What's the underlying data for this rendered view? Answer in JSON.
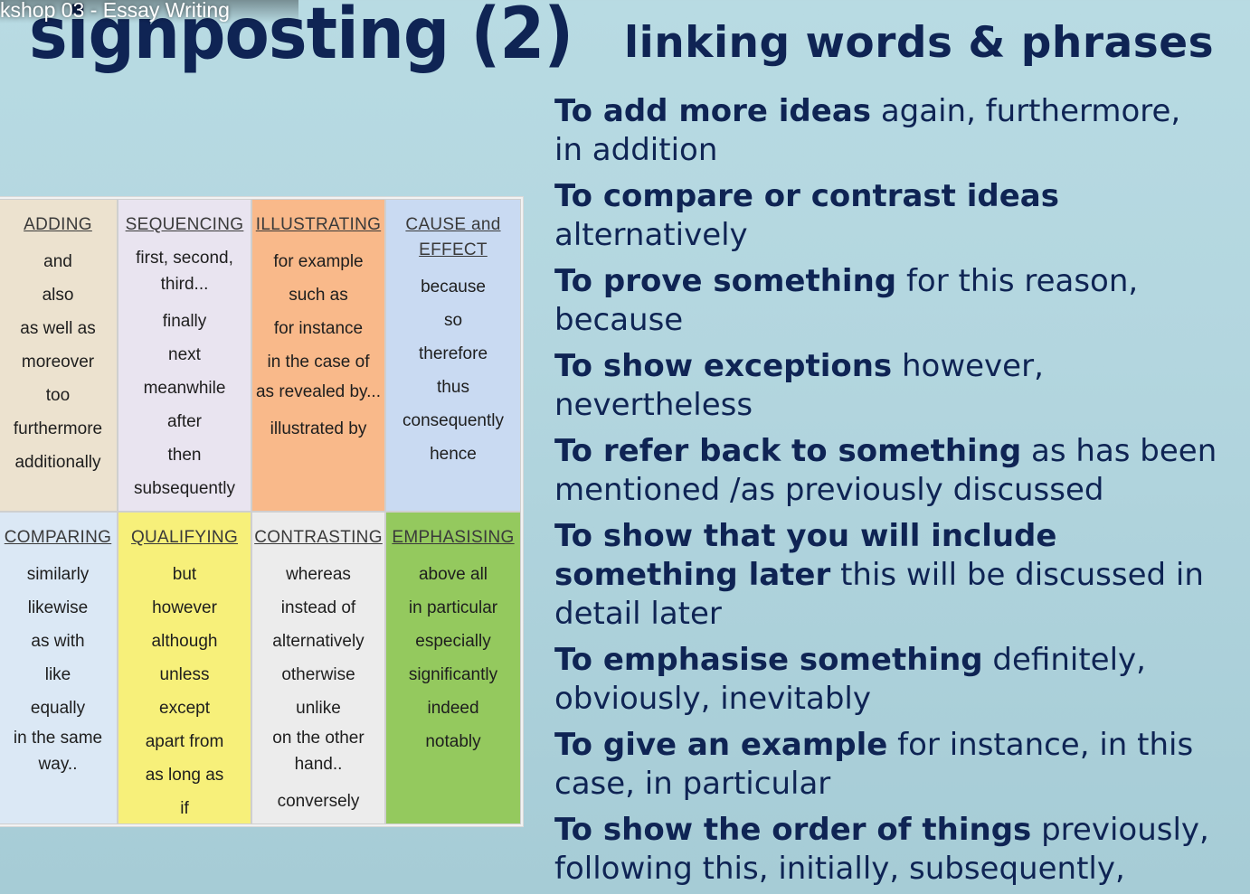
{
  "video": {
    "title": "kshop 03 - Essay Writing"
  },
  "slide": {
    "title": "signposting (2)",
    "subtitle": "linking words & phrases"
  },
  "grid": {
    "adding": {
      "heading": "ADDING",
      "items": [
        "and",
        "also",
        "as well as",
        "moreover",
        "too",
        "furthermore",
        "additionally"
      ]
    },
    "sequencing": {
      "heading": "SEQUENCING",
      "items": [
        "first, second, third...",
        "finally",
        "next",
        "meanwhile",
        "after",
        "then",
        "subsequently"
      ]
    },
    "illustrating": {
      "heading": "ILLUSTRATING",
      "items": [
        "for example",
        "such as",
        "for instance",
        "in the case of",
        "as revealed by...",
        "illustrated by"
      ]
    },
    "cause_effect": {
      "heading": "CAUSE and EFFECT",
      "items": [
        "because",
        "so",
        "therefore",
        "thus",
        "consequently",
        "hence"
      ]
    },
    "comparing": {
      "heading": "COMPARING",
      "items": [
        "similarly",
        "likewise",
        "as with",
        "like",
        "equally",
        "in the same way.."
      ]
    },
    "qualifying": {
      "heading": "QUALIFYING",
      "items": [
        "but",
        "however",
        "although",
        "unless",
        "except",
        "apart from",
        "as long as",
        "if"
      ]
    },
    "contrasting": {
      "heading": "CONTRASTING",
      "items": [
        "whereas",
        "instead of",
        "alternatively",
        "otherwise",
        "unlike",
        "on the other hand..",
        "conversely"
      ]
    },
    "emphasising": {
      "heading": "EMPHASISING",
      "items": [
        "above all",
        "in particular",
        "especially",
        "significantly",
        "indeed",
        "notably"
      ]
    }
  },
  "notes": [
    {
      "head": "To add more ideas",
      "body": " again, furthermore,\nin addition"
    },
    {
      "head": "To compare or contrast ideas",
      "body": "\nalternatively"
    },
    {
      "head": "To prove something",
      "body": " for this reason,\nbecause"
    },
    {
      "head": "To show exceptions",
      "body": " however,\nnevertheless"
    },
    {
      "head": "To refer back to something",
      "body": " as has been\nmentioned /as previously discussed"
    },
    {
      "head": "To show that you will include\nsomething later",
      "body": " this will be discussed in\ndetail later"
    },
    {
      "head": "To emphasise something",
      "body": " definitely,\nobviously, inevitably"
    },
    {
      "head": "To give an example",
      "body": " for instance, in this\ncase, in particular"
    },
    {
      "head": "To show the order of things",
      "body": " previously,\nfollowing this, initially, subsequently,"
    }
  ]
}
